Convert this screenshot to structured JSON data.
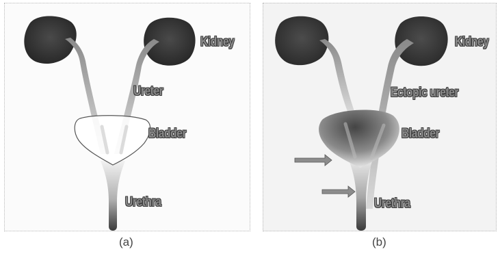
{
  "panels": [
    {
      "caption": "(a)",
      "labels": {
        "kidney": "Kidney",
        "ureter": "Ureter",
        "bladder": "Bladder",
        "urethra": "Urethra"
      }
    },
    {
      "caption": "(b)",
      "labels": {
        "kidney": "Kidney",
        "ureter": "Ectopic ureter",
        "bladder": "Bladder",
        "urethra": "Urethra"
      }
    }
  ],
  "colors": {
    "kidney": "#3a3a3a",
    "ureter": "#9a9a9a",
    "arrow": "#8c8c8c",
    "label_fill": "#8a8a8a"
  },
  "icons": [
    "kidney-shape",
    "arrow-right-icon"
  ]
}
